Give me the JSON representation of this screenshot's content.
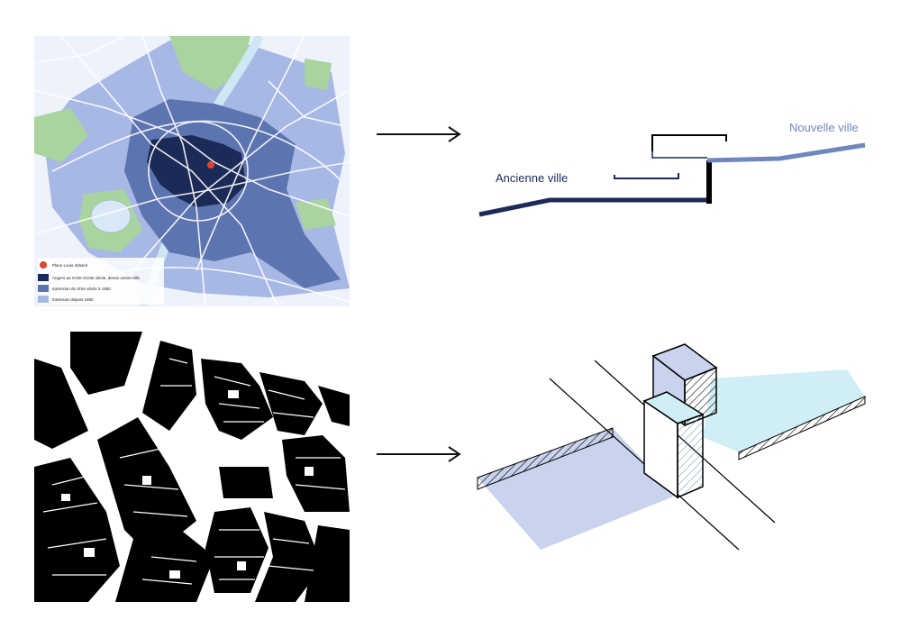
{
  "colors": {
    "dark_navy": "#1c2a57",
    "mid_blue": "#5c74b0",
    "light_blue": "#a8b8e4",
    "green": "#a9d4a0",
    "red_dot": "#e0452f",
    "section_light": "#6f87bf",
    "axo_blue": "#c9d3ee",
    "axo_cyan": "#cfeef5"
  },
  "map_legend": {
    "items": [
      {
        "label": "Place Louis Imbach",
        "swatch": "red-dot"
      },
      {
        "label": "Angers au XVIIe-XVIIIe siècle, dense centre-ville",
        "swatch": "dark-navy"
      },
      {
        "label": "Extension du XIXe siècle à 1950",
        "swatch": "mid-blue"
      },
      {
        "label": "Extension depuis 1950",
        "swatch": "light-blue"
      }
    ]
  },
  "section": {
    "label_old": "Ancienne ville",
    "label_new": "Nouvelle ville"
  },
  "arrows": [
    "arrow-top",
    "arrow-bottom"
  ]
}
